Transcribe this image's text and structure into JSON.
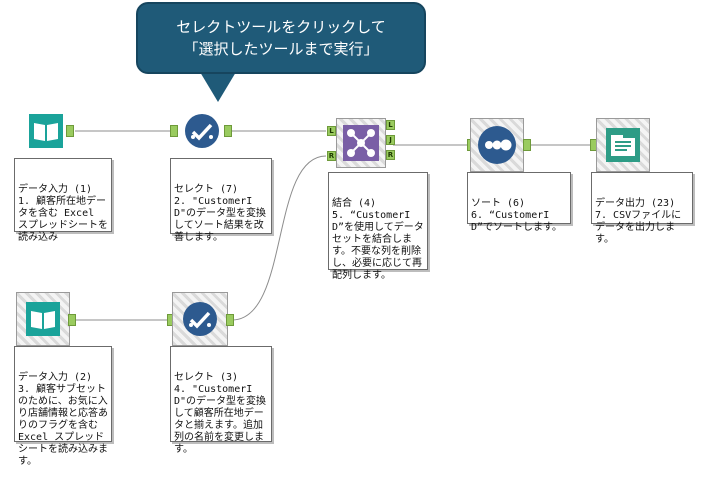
{
  "callout": {
    "line1": "セレクトツールをクリックして",
    "line2": "「選択したツールまで実行」"
  },
  "tools": {
    "input1": {
      "icon": "book-icon",
      "title": "データ入力 (1)",
      "desc": "1. 顧客所在地データを含む Excel スプレッドシートを読み込み"
    },
    "select7": {
      "icon": "checkmark-circle-icon",
      "title": "セレクト (7)",
      "desc": "2. \"CustomerID\"のデータ型を変換してソート結果を改善します。"
    },
    "join4": {
      "icon": "join-icon",
      "title": "結合 (4)",
      "desc": "5. “CustomerID”を使用してデータセットを結合します。不要な列を削除し、必要に応じて再配列します。"
    },
    "sort6": {
      "icon": "sort-dots-icon",
      "title": "ソート (6)",
      "desc": "6. “CustomerID”でソートします。"
    },
    "output23": {
      "icon": "output-doc-icon",
      "title": "データ出力 (23)",
      "desc": "7. CSVファイルにデータを出力します。"
    },
    "input2": {
      "icon": "book-icon",
      "title": "データ入力 (2)",
      "desc": "3. 顧客サブセットのために、お気に入り店舗情報と応答ありのフラグを含む Excel スプレッドシートを読み込みます。"
    },
    "select3": {
      "icon": "checkmark-circle-icon",
      "title": "セレクト (3)",
      "desc": "4. \"CustomerID\"のデータ型を変換して顧客所在地データと揃えます。追加列の名前を変更します。"
    }
  },
  "anchors": {
    "join_left": "L",
    "join_right": "R",
    "join_out_j": "J",
    "join_out_r": "R",
    "join_out_l": "L"
  },
  "colors": {
    "input": "#1aa39a",
    "select": "#2d5a8f",
    "join": "#7a5fa6",
    "sort": "#2d5a8f",
    "output": "#2e9c86",
    "anchor": "#9acb5f",
    "callout": "#1f5a78"
  }
}
